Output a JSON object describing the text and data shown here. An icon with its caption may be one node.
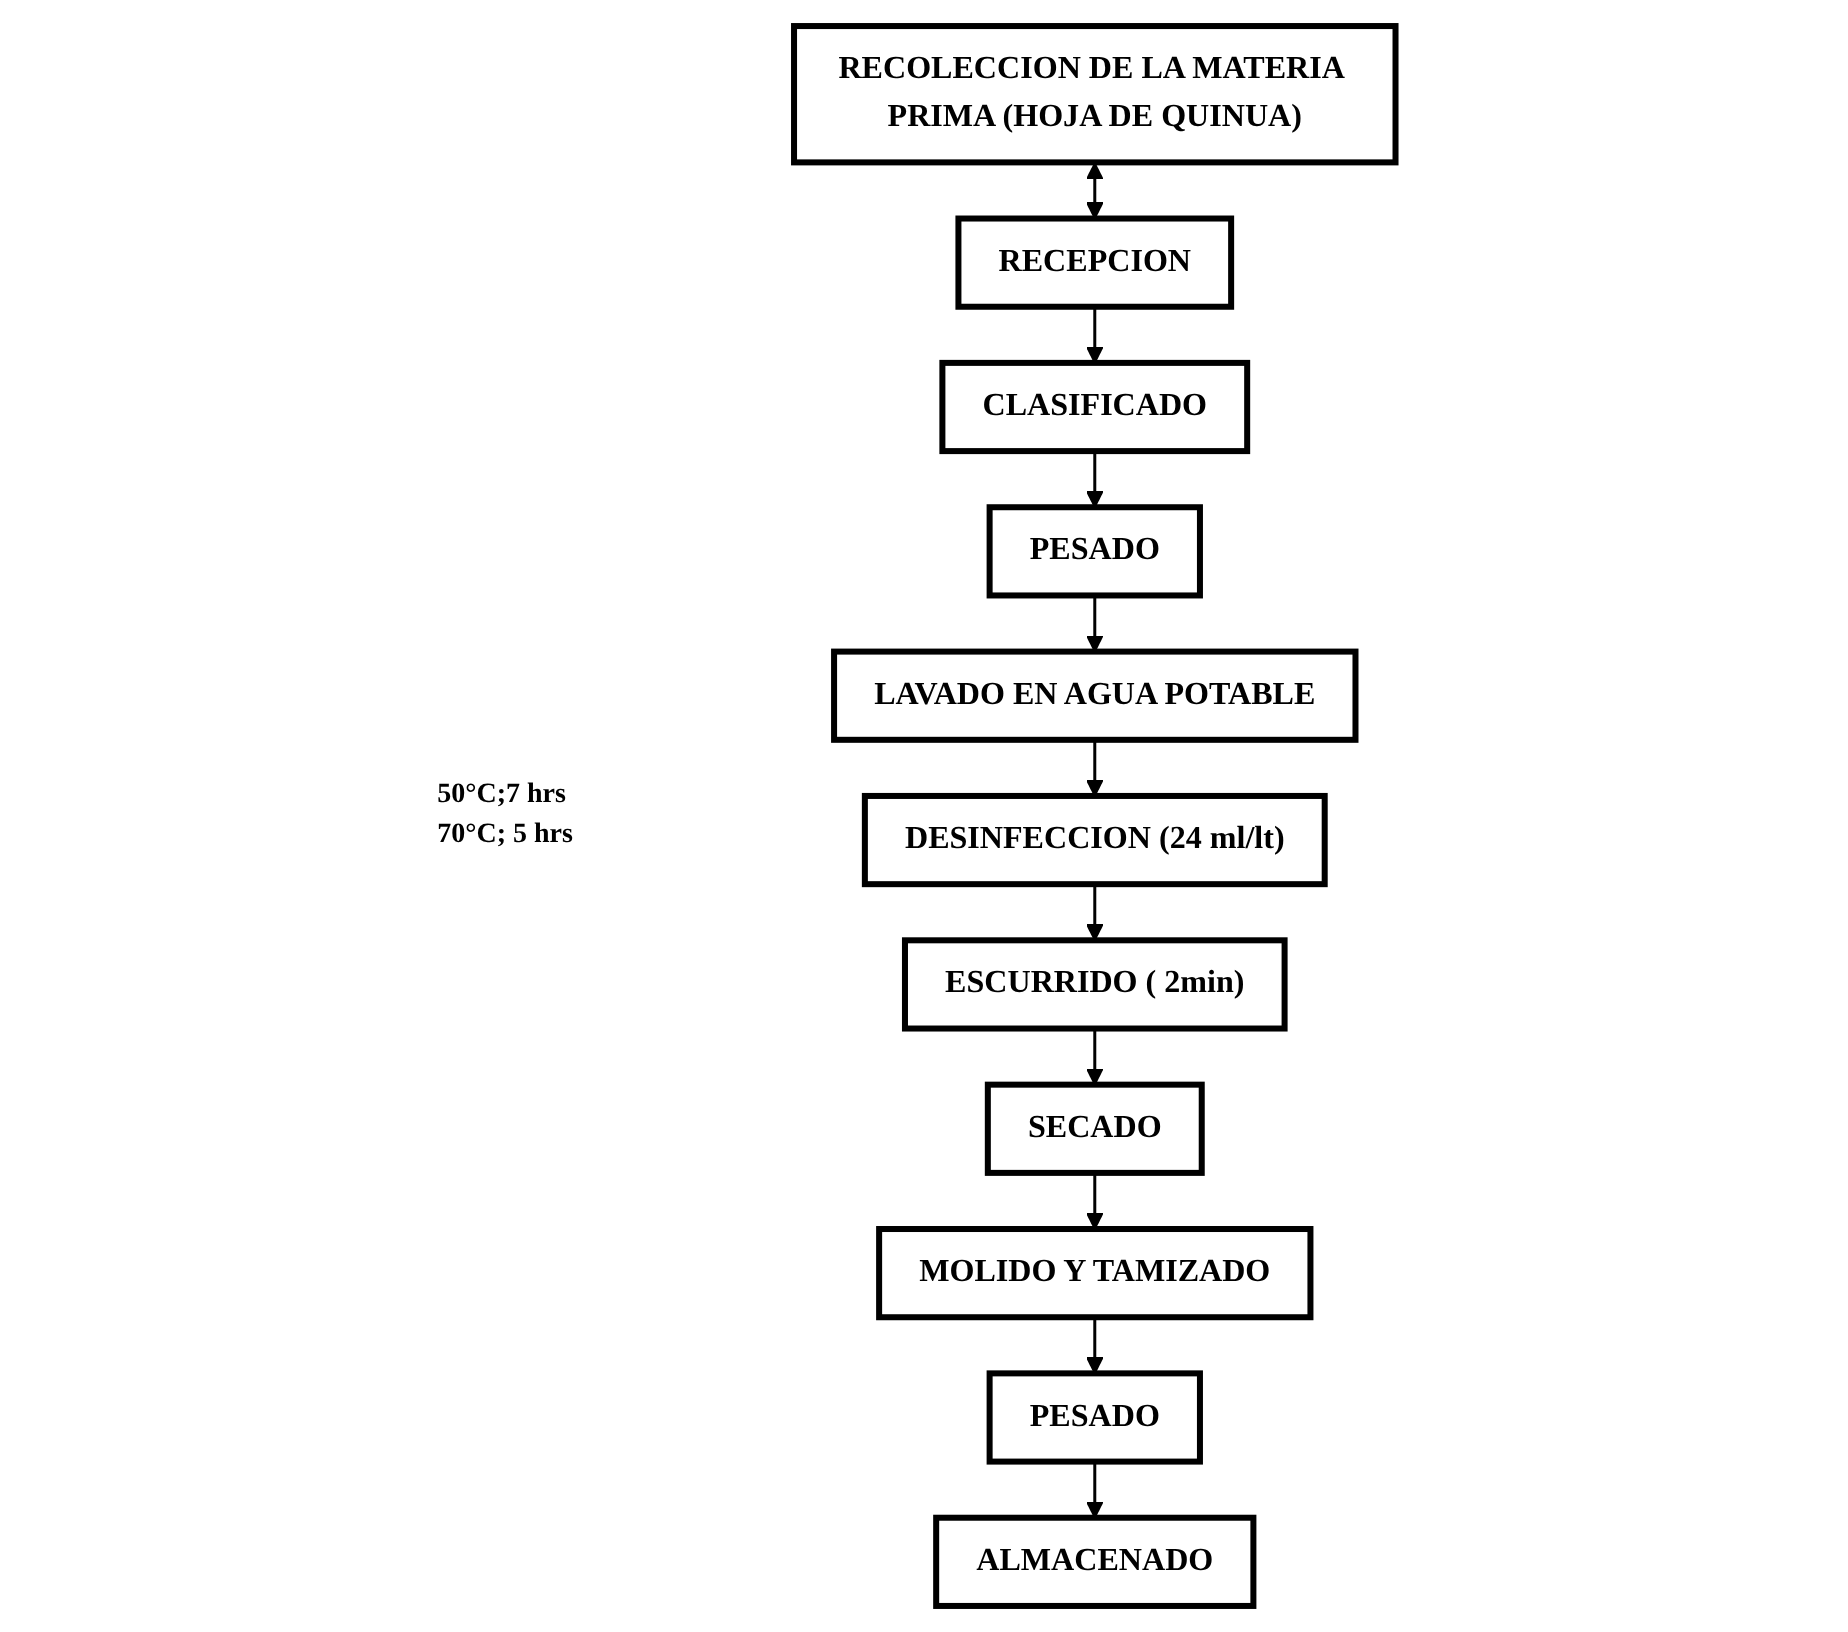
{
  "diagram": {
    "nodes": [
      {
        "text": [
          "RECOLECCION DE LA MATERIA PRIMA (HOJA DE QUINUA)"
        ]
      },
      {
        "text": [
          "RECEPCION"
        ]
      },
      {
        "text": [
          "CLASIFICADO"
        ]
      },
      {
        "text": [
          "PESADO"
        ]
      },
      {
        "text": [
          "LAVADO EN AGUA POTABLE"
        ]
      },
      {
        "text": [
          "DESINFECCION (24 ml/lt)"
        ]
      },
      {
        "text": [
          "ESCURRIDO ( 2min)"
        ]
      },
      {
        "text": [
          "SECADO"
        ],
        "beside": [
          "50°C;7 hrs",
          "70°C; 5 hrs"
        ]
      },
      {
        "text": [
          "MOLIDO Y TAMIZADO"
        ]
      },
      {
        "text": [
          "PESADO"
        ]
      },
      {
        "text": [
          "ALMACENADO"
        ]
      }
    ],
    "edges": [
      {
        "from": 0,
        "to": 1,
        "arrow": "both"
      },
      {
        "from": 1,
        "to": 2,
        "arrow": "to"
      },
      {
        "from": 2,
        "to": 3,
        "arrow": "to"
      },
      {
        "from": 3,
        "to": 4,
        "arrow": "to"
      },
      {
        "from": 4,
        "to": 5,
        "arrow": "to"
      },
      {
        "from": 5,
        "to": 6,
        "arrow": "to"
      },
      {
        "from": 6,
        "to": 7,
        "arrow": "to"
      },
      {
        "from": 7,
        "to": 8,
        "arrow": "to"
      },
      {
        "from": 8,
        "to": 9,
        "arrow": "to"
      },
      {
        "from": 9,
        "to": 10,
        "arrow": "to"
      }
    ]
  }
}
